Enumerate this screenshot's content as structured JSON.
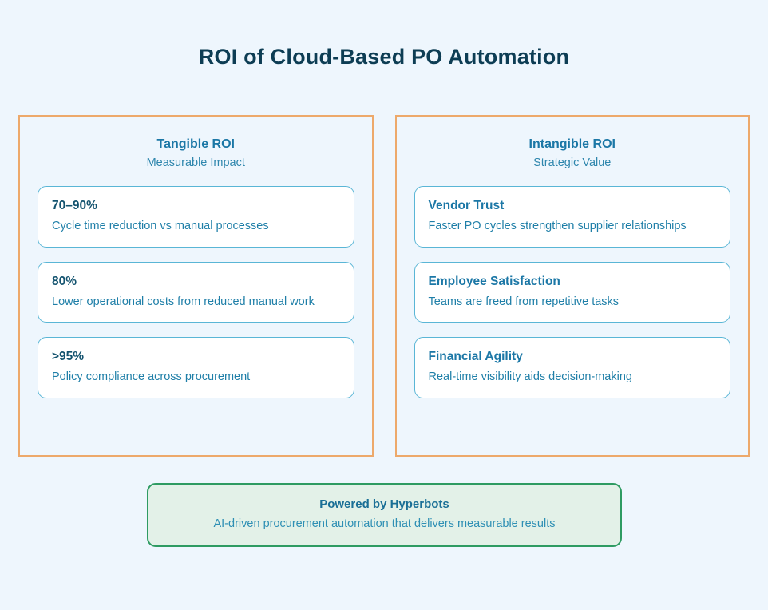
{
  "title": "ROI of Cloud-Based PO Automation",
  "colors": {
    "page_background": "#eef6fd",
    "title_text": "#0d3d54",
    "panel_border": "#eda96b",
    "card_border": "#5ab6d6",
    "card_background": "#ffffff",
    "stat_value_text": "#13536f",
    "body_text": "#1f7fa8",
    "heading_text": "#1b77a6",
    "banner_border": "#2e9b62",
    "banner_background": "#e3f1e8"
  },
  "columns": [
    {
      "id": "tangible",
      "title": "Tangible ROI",
      "subtitle": "Measurable Impact",
      "cards": [
        {
          "value": "70–90%",
          "label": "Cycle time reduction vs manual processes"
        },
        {
          "value": "80%",
          "label": "Lower operational costs from reduced manual work"
        },
        {
          "value": ">95%",
          "label": "Policy compliance across procurement"
        }
      ]
    },
    {
      "id": "intangible",
      "title": "Intangible ROI",
      "subtitle": "Strategic Value",
      "cards": [
        {
          "value": "Vendor Trust",
          "label": "Faster PO cycles strengthen supplier relationships"
        },
        {
          "value": "Employee Satisfaction",
          "label": "Teams are freed from repetitive tasks"
        },
        {
          "value": "Financial Agility",
          "label": "Real-time visibility aids decision-making"
        }
      ]
    }
  ],
  "footer": {
    "title": "Powered by Hyperbots",
    "subtitle": "AI-driven procurement automation that delivers measurable results"
  }
}
